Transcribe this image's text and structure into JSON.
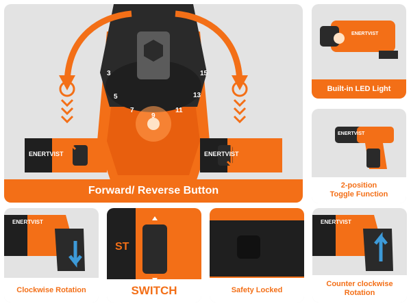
{
  "brand": "ENERTVIST",
  "colors": {
    "accent": "#f36f17",
    "panel": "#e3e3e3",
    "tool_dark": "#2a2a2a"
  },
  "main": {
    "caption": "Forward/ Reverse Button",
    "dial_numbers": [
      "3",
      "5",
      "7",
      "9",
      "11",
      "13",
      "15"
    ]
  },
  "side": [
    {
      "caption": "Built-in LED Light"
    },
    {
      "caption_line1": "2-position",
      "caption_line2": "Toggle Function"
    }
  ],
  "bottom": [
    {
      "caption": "Clockwise Rotation"
    },
    {
      "caption": "SWITCH",
      "badge": "ST"
    },
    {
      "caption": "Safety Locked"
    },
    {
      "caption_line1": "Counter clockwise",
      "caption_line2": "Rotation"
    }
  ]
}
